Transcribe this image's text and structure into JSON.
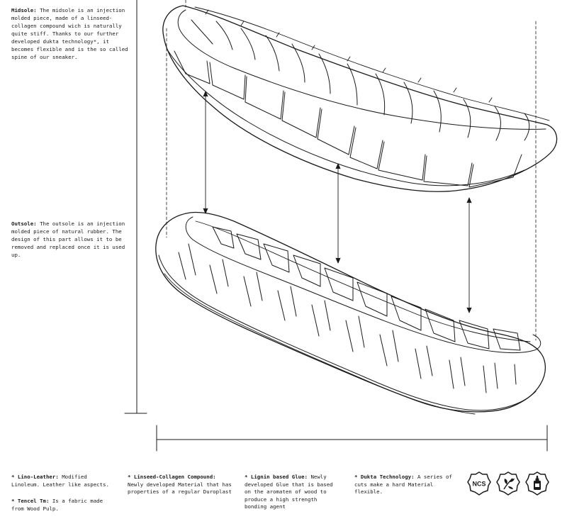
{
  "notes": {
    "midsole": {
      "title": "Midsole:",
      "text": "The midsole is an injection molded piece, made of a linseed-collagen compound wich is naturally quite stiff. Thanks to our further developed dukta technology*, it becomes flexible and is the so called spine of our sneaker."
    },
    "outsole": {
      "title": "Outsole:",
      "text": "The outsole is an injection molded piece of natural rubber. The design of this part allows it to be removed and replaced once it is used up."
    }
  },
  "footnotes": [
    {
      "title": "* Lino-Leather:",
      "text": "Modified Linoleum. Leather like aspects."
    },
    {
      "title": "* Tencel Tm:",
      "text": "Is a fabric made from Wood Pulp."
    },
    {
      "title": "* Linseed-Collagen Compound:",
      "text": "Newly developed Material that has properties of a regular Duroplast"
    },
    {
      "title": "* Lignin based Glue:",
      "text": "Newly developed Glue that is based on the aromaten of wood to produce a high strength bonding agent"
    },
    {
      "title": "* Dukta Technology:",
      "text": "A series of cuts make a hard Material flexible."
    }
  ],
  "badges": {
    "ncs": "NCS",
    "icons": [
      "ncs-badge-icon",
      "plant-leaf-icon",
      "glue-bottle-icon"
    ]
  },
  "colors": {
    "ink": "#1a1a1a",
    "paper": "#ffffff",
    "guide": "#555555"
  }
}
